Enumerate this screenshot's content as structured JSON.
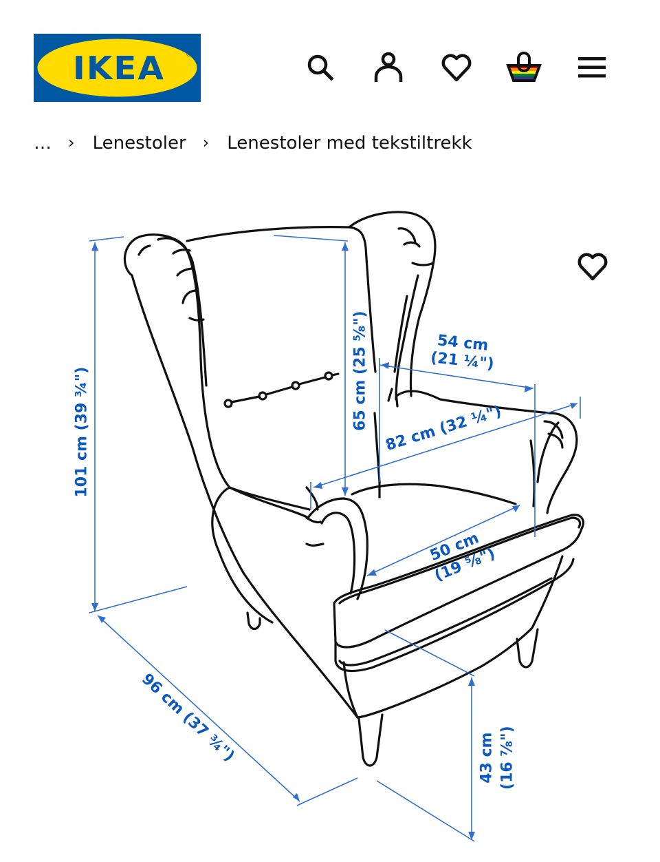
{
  "header": {
    "logo": {
      "text": "IKEA",
      "registered": "®",
      "bg_color": "#0058a3",
      "oval_color": "#ffdb00"
    },
    "icons": [
      {
        "name": "search-icon",
        "label": "Søk"
      },
      {
        "name": "user-icon",
        "label": "Profil"
      },
      {
        "name": "heart-icon",
        "label": "Favoritter"
      },
      {
        "name": "shopping-bag-icon",
        "label": "Handlekurv"
      },
      {
        "name": "menu-icon",
        "label": "Meny"
      }
    ]
  },
  "breadcrumb": {
    "items": [
      "…",
      "Lenestoler",
      "Lenestoler med tekstiltrekk"
    ],
    "separator": "›"
  },
  "product_image": {
    "favorite_icon": "heart-icon",
    "dimension_color": "#0a58c2",
    "dimensions": {
      "total_height": "101 cm (39 ¾\")",
      "backrest_height": "65 cm (25 ⅝\")",
      "seat_depth_cm": "54 cm",
      "seat_depth_in": "(21 ¼\")",
      "width": "82 cm (32 ¼\")",
      "seat_width_cm": "50 cm",
      "seat_width_in": "(19 ⅝\")",
      "depth": "96 cm (37 ¾\")",
      "seat_height_cm": "43 cm",
      "seat_height_in": "(16 ⅞\")"
    }
  }
}
